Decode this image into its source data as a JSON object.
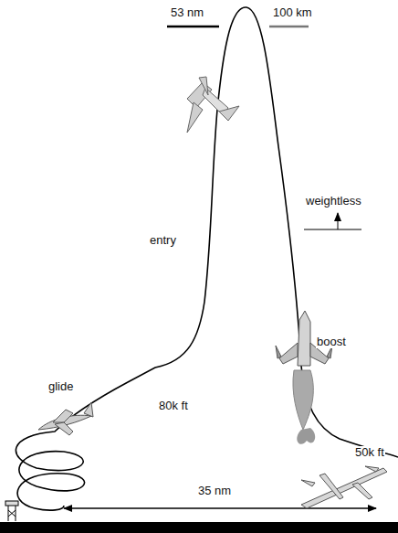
{
  "diagram": {
    "labels": [
      "53 nm",
      "100 km",
      "weightless",
      "entry",
      "boost",
      "glide",
      "80k ft",
      "50k ft",
      "35 nm"
    ]
  }
}
